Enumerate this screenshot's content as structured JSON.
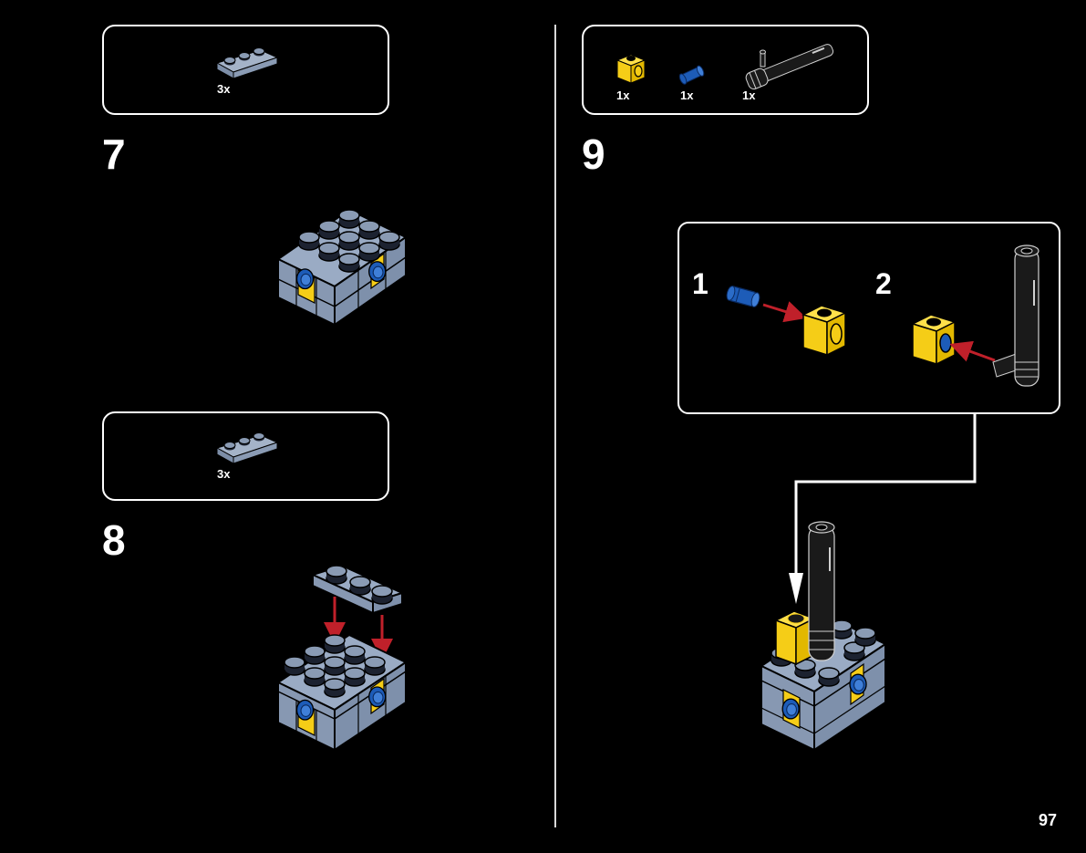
{
  "page": {
    "number": "97",
    "colors": {
      "background": "#000000",
      "brick_grey": "#8a9bb4",
      "brick_yellow": "#f5cd17",
      "pin_blue": "#1d5cb8",
      "arrow_red": "#c0202a",
      "lightsaber_black": "#1a1a1a"
    }
  },
  "left_page": {
    "steps": [
      {
        "number": "7",
        "parts": [
          {
            "name": "plate-1x3-grey",
            "quantity": "3x"
          }
        ]
      },
      {
        "number": "8",
        "parts": [
          {
            "name": "plate-1x3-grey",
            "quantity": "3x"
          }
        ]
      }
    ]
  },
  "right_page": {
    "step": {
      "number": "9",
      "parts": [
        {
          "name": "technic-brick-1x1-yellow",
          "quantity": "1x"
        },
        {
          "name": "technic-pin-blue",
          "quantity": "1x"
        },
        {
          "name": "lightsaber-hilt-black",
          "quantity": "1x"
        }
      ],
      "callout": {
        "substeps": [
          {
            "number": "1"
          },
          {
            "number": "2"
          }
        ]
      }
    }
  }
}
